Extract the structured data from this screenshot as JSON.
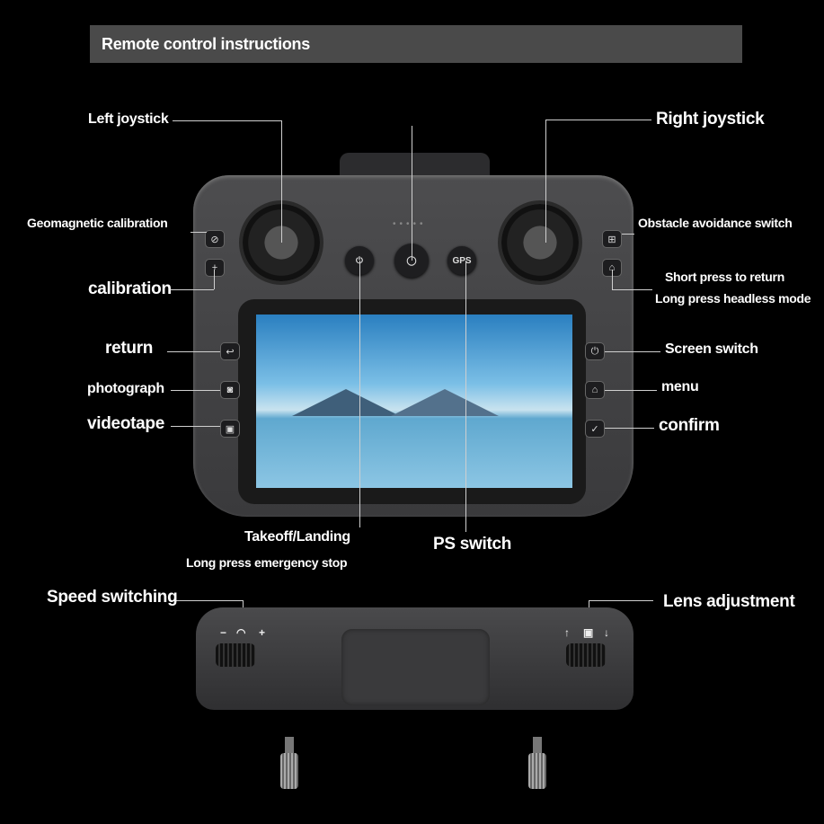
{
  "title": "Remote control instructions",
  "labels": {
    "left_joystick": "Left joystick",
    "right_joystick": "Right joystick",
    "geomagnetic_calibration": "Geomagnetic calibration",
    "calibration": "calibration",
    "return": "return",
    "photograph": "photograph",
    "videotape": "videotape",
    "obstacle_avoidance": "Obstacle avoidance switch",
    "short_press_return": "Short press to return",
    "long_press_headless": "Long press headless mode",
    "screen_switch": "Screen switch",
    "menu": "menu",
    "confirm": "confirm",
    "takeoff_landing": "Takeoff/Landing",
    "emergency_stop": "Long press emergency stop",
    "ps_switch": "PS switch",
    "speed_switching": "Speed switching",
    "lens_adjustment": "Lens adjustment"
  },
  "device": {
    "gps_button": "GPS",
    "minus": "−",
    "plus": "+",
    "up": "↑",
    "down": "↓"
  }
}
